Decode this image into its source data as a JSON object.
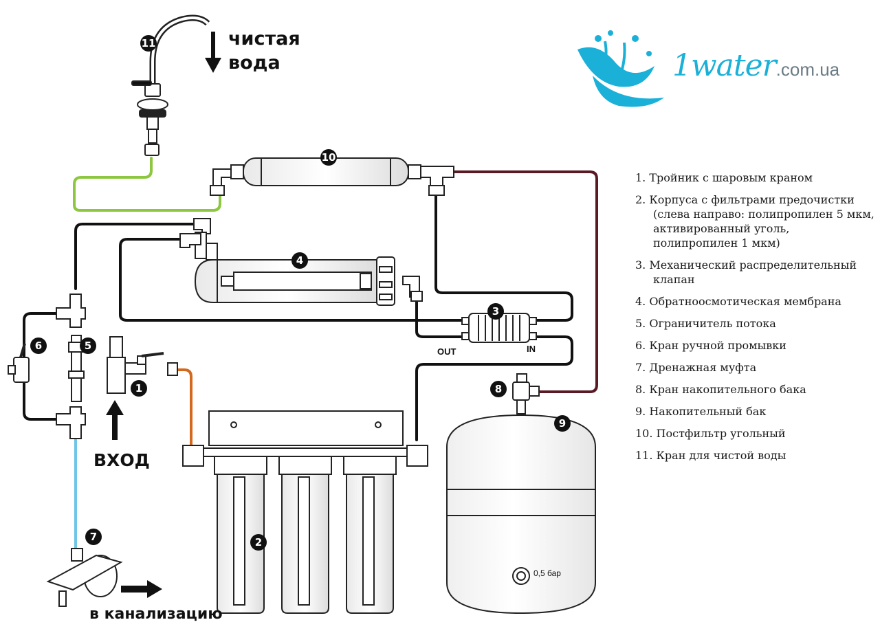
{
  "logo": {
    "brand": "1water",
    "domain": ".com.ua",
    "accent_color": "#1ab0d8"
  },
  "labels": {
    "clean_water_line1": "чистая",
    "clean_water_line2": "вода",
    "inlet": "ВХОД",
    "drain": "в канализацию",
    "valve_out": "OUT",
    "valve_in": "IN",
    "tank_pressure": "0,5 бар"
  },
  "markers": [
    "1",
    "2",
    "3",
    "4",
    "5",
    "6",
    "7",
    "8",
    "9",
    "10",
    "11"
  ],
  "legend": [
    {
      "lines": [
        "1. Тройник с шаровым краном"
      ]
    },
    {
      "lines": [
        "2. Корпуса с фильтрами предочистки",
        "(слева направо: полипропилен 5 мкм,",
        "активированный уголь,",
        "полипропилен 1 мкм)"
      ]
    },
    {
      "lines": [
        "3. Механический распределительный",
        "клапан"
      ]
    },
    {
      "lines": [
        "4. Обратноосмотическая мембрана"
      ]
    },
    {
      "lines": [
        "5. Ограничитель потока"
      ]
    },
    {
      "lines": [
        "6. Кран ручной промывки"
      ]
    },
    {
      "lines": [
        "7. Дренажная муфта"
      ]
    },
    {
      "lines": [
        "8. Кран накопительного бака"
      ]
    },
    {
      "lines": [
        "9. Накопительный бак"
      ]
    },
    {
      "lines": [
        "10. Постфильтр угольный"
      ]
    },
    {
      "lines": [
        "11. Кран для чистой воды"
      ]
    }
  ],
  "tube_colors": {
    "clean": "#8dc63f",
    "inlet": "#d2691e",
    "tank": "#5a1a24",
    "drain": "#6ec6e6",
    "main": "#111111"
  }
}
